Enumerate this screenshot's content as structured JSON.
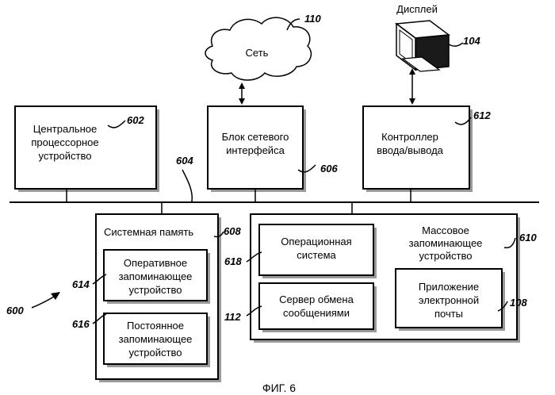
{
  "boxes": {
    "cpu": {
      "lines": [
        "Центральное",
        "процессорное",
        "устройство"
      ],
      "ref": "602"
    },
    "nic": {
      "lines": [
        "Блок сетевого",
        "интерфейса"
      ],
      "ref": "606"
    },
    "io": {
      "lines": [
        "Контроллер",
        "ввода/вывода"
      ],
      "ref": "612"
    },
    "sysmem": {
      "title": "Системная память",
      "ref": "608"
    },
    "ram": {
      "lines": [
        "Оперативное",
        "запоминающее",
        "устройство"
      ],
      "ref": "614"
    },
    "rom": {
      "lines": [
        "Постоянное",
        "запоминающее",
        "устройство"
      ],
      "ref": "616"
    },
    "mass": {
      "lines": [
        "Массовое",
        "запоминающее",
        "устройство"
      ],
      "ref": "610"
    },
    "os": {
      "lines": [
        "Операционная",
        "система"
      ],
      "ref": "618"
    },
    "msgserver": {
      "lines": [
        "Сервер обмена",
        "сообщениями"
      ],
      "ref": "112"
    },
    "email": {
      "lines": [
        "Приложение",
        "электронной",
        "почты"
      ],
      "ref": "108"
    }
  },
  "network": {
    "label": "Сеть",
    "ref": "110"
  },
  "display": {
    "label": "Дисплей",
    "ref": "104"
  },
  "bus": {
    "ref": "604"
  },
  "system": {
    "ref": "600"
  },
  "caption": "ФИГ. 6"
}
